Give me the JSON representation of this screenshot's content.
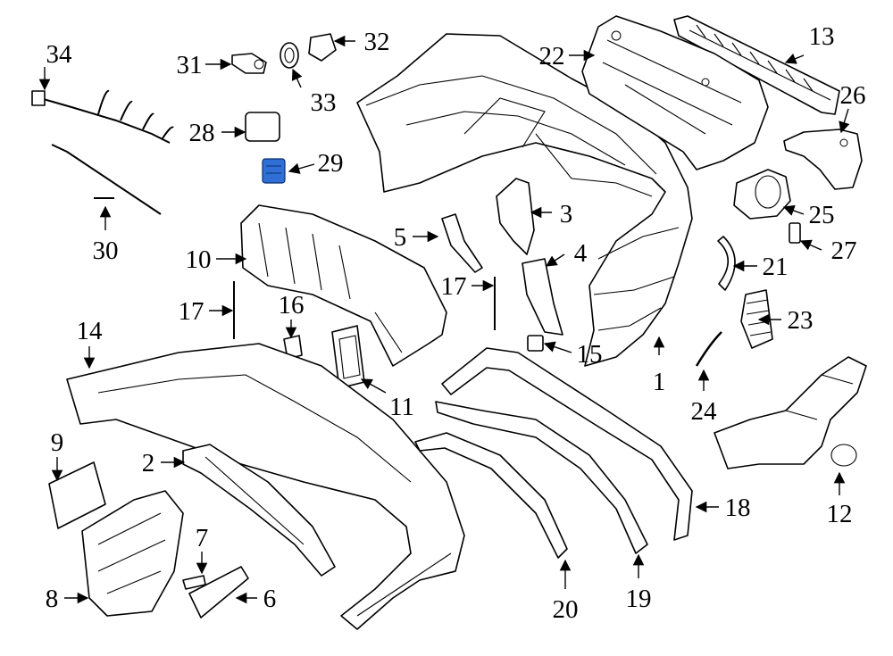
{
  "diagram": {
    "highlight_color": "#2f6fd6",
    "callouts": [
      {
        "id": "c1",
        "label": "1"
      },
      {
        "id": "c2",
        "label": "2"
      },
      {
        "id": "c3",
        "label": "3"
      },
      {
        "id": "c4",
        "label": "4"
      },
      {
        "id": "c5",
        "label": "5"
      },
      {
        "id": "c6",
        "label": "6"
      },
      {
        "id": "c7",
        "label": "7"
      },
      {
        "id": "c8",
        "label": "8"
      },
      {
        "id": "c9",
        "label": "9"
      },
      {
        "id": "c10",
        "label": "10"
      },
      {
        "id": "c11",
        "label": "11"
      },
      {
        "id": "c12",
        "label": "12"
      },
      {
        "id": "c13",
        "label": "13"
      },
      {
        "id": "c14",
        "label": "14"
      },
      {
        "id": "c15",
        "label": "15"
      },
      {
        "id": "c16",
        "label": "16"
      },
      {
        "id": "c17a",
        "label": "17"
      },
      {
        "id": "c17b",
        "label": "17"
      },
      {
        "id": "c18",
        "label": "18"
      },
      {
        "id": "c19",
        "label": "19"
      },
      {
        "id": "c20",
        "label": "20"
      },
      {
        "id": "c21",
        "label": "21"
      },
      {
        "id": "c22",
        "label": "22"
      },
      {
        "id": "c23",
        "label": "23"
      },
      {
        "id": "c24",
        "label": "24"
      },
      {
        "id": "c25",
        "label": "25"
      },
      {
        "id": "c26",
        "label": "26"
      },
      {
        "id": "c27",
        "label": "27"
      },
      {
        "id": "c28",
        "label": "28"
      },
      {
        "id": "c29",
        "label": "29"
      },
      {
        "id": "c30",
        "label": "30"
      },
      {
        "id": "c31",
        "label": "31"
      },
      {
        "id": "c32",
        "label": "32"
      },
      {
        "id": "c33",
        "label": "33"
      },
      {
        "id": "c34",
        "label": "34"
      }
    ]
  }
}
